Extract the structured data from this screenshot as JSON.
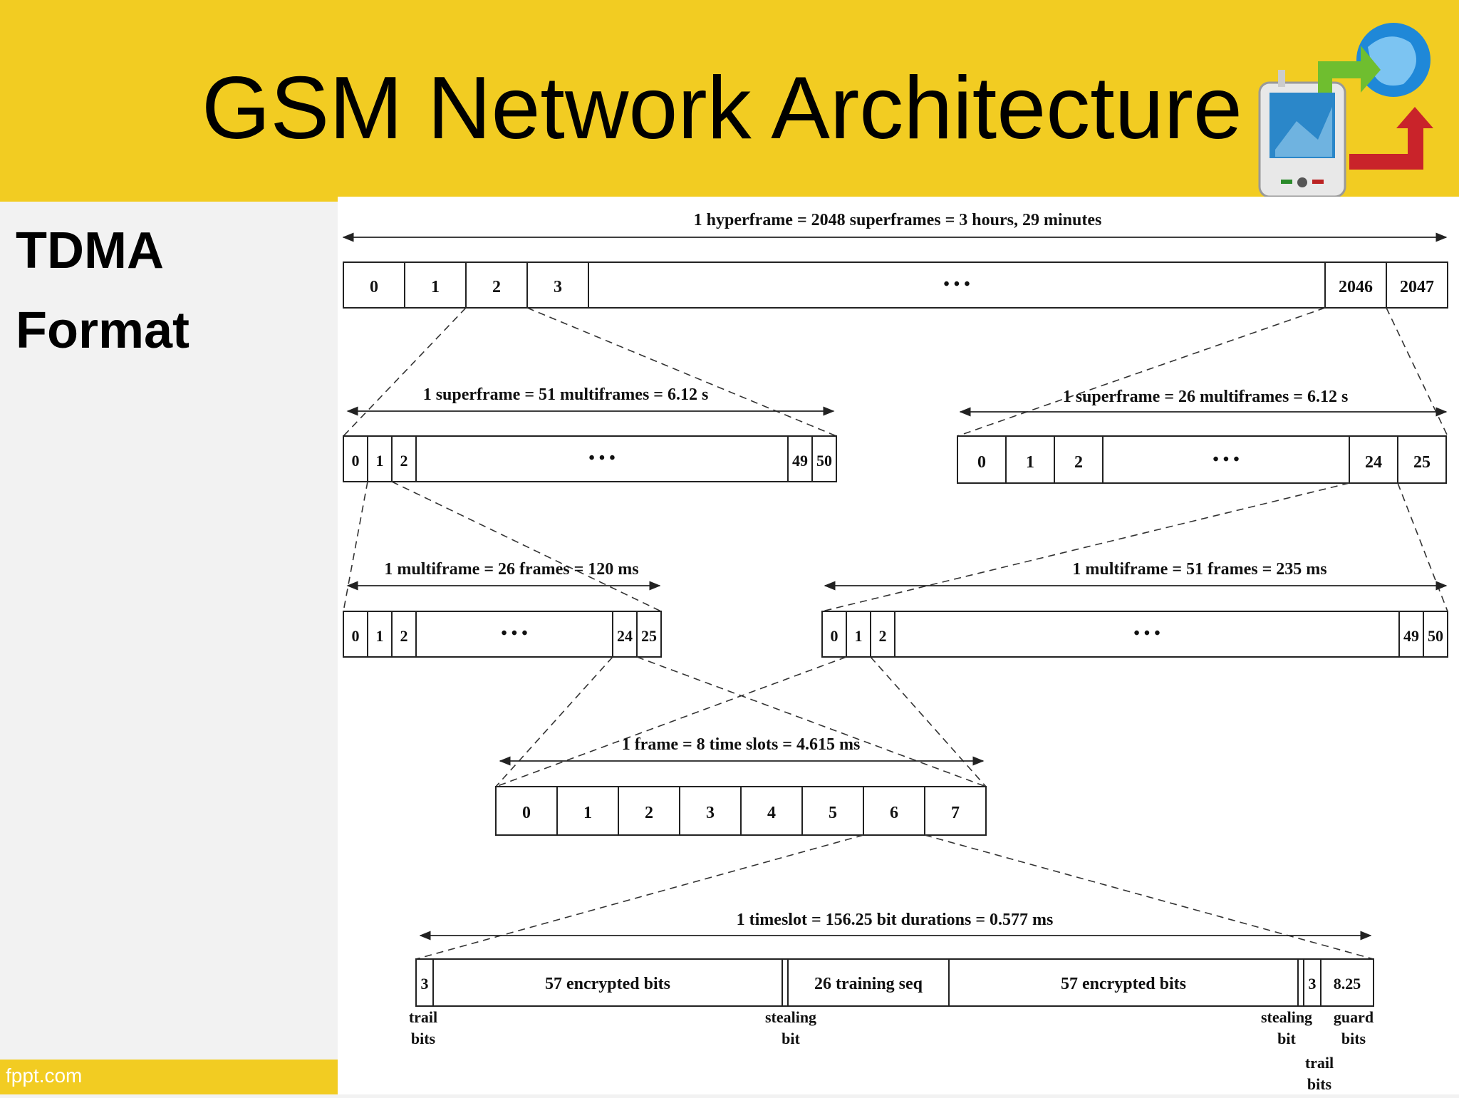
{
  "title": "GSM Network Architecture",
  "sidebar": {
    "line1": "TDMA",
    "line2": "Format"
  },
  "footer": "fppt.com",
  "logo_icon": "mobile-phone-globe-icon",
  "colors": {
    "header": "#f2cc22",
    "sidebar": "#f2f2f2",
    "diagram_bg": "#ffffff"
  },
  "diagram": {
    "hyperframe": {
      "label": "1 hyperframe = 2048 superframes = 3 hours, 29 minutes",
      "cells": [
        "0",
        "1",
        "2",
        "3",
        "• • •",
        "2046",
        "2047"
      ]
    },
    "superframe_left": {
      "label": "1 superframe = 51 multiframes = 6.12 s",
      "cells": [
        "0",
        "1",
        "2",
        "• • •",
        "49",
        "50"
      ]
    },
    "superframe_right": {
      "label": "1 superframe = 26 multiframes = 6.12 s",
      "cells": [
        "0",
        "1",
        "2",
        "• • •",
        "24",
        "25"
      ]
    },
    "multiframe_left": {
      "label": "1 multiframe = 26 frames = 120 ms",
      "cells": [
        "0",
        "1",
        "2",
        "• • •",
        "24",
        "25"
      ]
    },
    "multiframe_right": {
      "label": "1 multiframe = 51 frames = 235 ms",
      "cells": [
        "0",
        "1",
        "2",
        "• • •",
        "49",
        "50"
      ]
    },
    "frame": {
      "label": "1 frame = 8 time slots = 4.615 ms",
      "cells": [
        "0",
        "1",
        "2",
        "3",
        "4",
        "5",
        "6",
        "7"
      ]
    },
    "timeslot": {
      "label": "1 timeslot = 156.25 bit durations = 0.577 ms",
      "cells": [
        "3",
        "57 encrypted bits",
        "26 training seq",
        "57 encrypted bits",
        "3",
        "8.25"
      ],
      "annotations": {
        "trail_bits_left": [
          "trail",
          "bits"
        ],
        "stealing_bit_left": [
          "stealing",
          "bit"
        ],
        "stealing_bit_right": [
          "stealing",
          "bit"
        ],
        "guard_bits": [
          "guard",
          "bits"
        ],
        "trail_bits_right": [
          "trail",
          "bits"
        ]
      }
    }
  }
}
